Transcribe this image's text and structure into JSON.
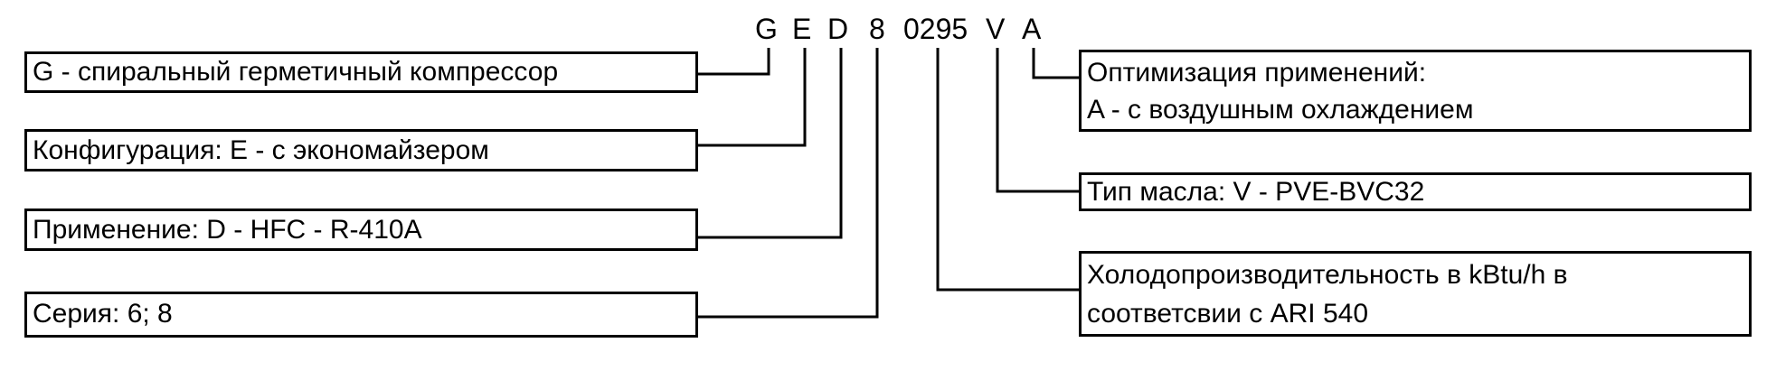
{
  "code": {
    "g": "G",
    "e": "E",
    "d": "D",
    "series": "8",
    "capacity": "0295",
    "oil": "V",
    "application": "A"
  },
  "boxes": {
    "compressor": "G - спиральный герметичный компрессор",
    "configuration": "Конфигурация: E - с экономайзером",
    "refrigerant": "Применение: D - HFC - R-410A",
    "series": "Серия: 6; 8",
    "optimization": {
      "line1": "Оптимизация применений:",
      "line2": "A - с воздушным охлаждением"
    },
    "oil": "Тип масла: V - PVE-BVC32",
    "capacity": {
      "line1": "Холодопроизводительность в kBtu/h в",
      "line2": "соответсвии с ARI 540"
    }
  }
}
